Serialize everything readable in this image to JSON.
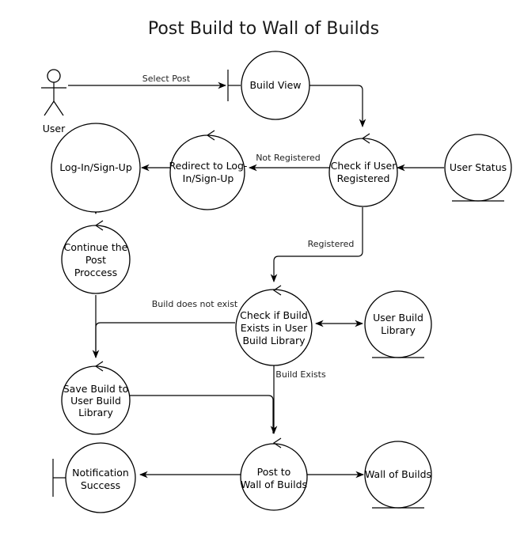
{
  "diagram": {
    "title": "Post Build to Wall of Builds",
    "actor": {
      "label": "User"
    },
    "nodes": {
      "build_view": {
        "kind": "boundary",
        "lines": [
          "Build View"
        ]
      },
      "check_registered": {
        "kind": "control",
        "lines": [
          "Check if User",
          "Registered"
        ]
      },
      "user_status": {
        "kind": "entity",
        "lines": [
          "User Status"
        ]
      },
      "redirect": {
        "kind": "control",
        "lines": [
          "Redirect to Log-",
          "In/Sign-Up"
        ]
      },
      "login": {
        "kind": "boundary",
        "lines": [
          "Log-In/Sign-Up"
        ]
      },
      "continue_post": {
        "kind": "control",
        "lines": [
          "Continue the",
          "Post",
          "Proccess"
        ]
      },
      "check_exists": {
        "kind": "control",
        "lines": [
          "Check if Build",
          "Exists in User",
          "Build Library"
        ]
      },
      "user_build_library": {
        "kind": "entity",
        "lines": [
          "User Build",
          "Library"
        ]
      },
      "save_build": {
        "kind": "control",
        "lines": [
          "Save Build to",
          "User Build",
          "Library"
        ]
      },
      "post_wall": {
        "kind": "control",
        "lines": [
          "Post to",
          "Wall of Builds"
        ]
      },
      "wall_of_builds": {
        "kind": "entity",
        "lines": [
          "Wall of Builds"
        ]
      },
      "notification": {
        "kind": "boundary",
        "lines": [
          "Notification",
          "Success"
        ]
      }
    },
    "edges": {
      "select_post": "Select Post",
      "not_registered": "Not Registered",
      "registered": "Registered",
      "build_not_exist": "Build does not exist",
      "build_exists": "Build Exists"
    }
  }
}
